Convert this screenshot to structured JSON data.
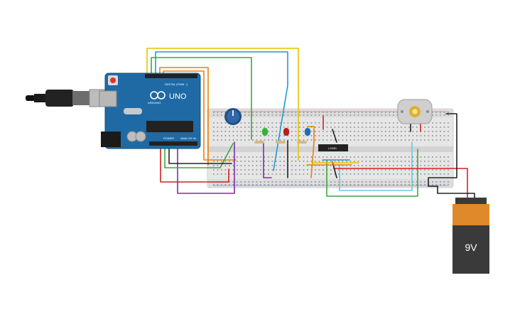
{
  "arduino": {
    "logo_text": "UNO",
    "brand_text": "ARDUINO",
    "digital_label": "DIGITAL (PWM ~)",
    "power_label": "POWER",
    "analog_label": "ANALOG IN"
  },
  "driver_chip": {
    "label": "L293D"
  },
  "battery": {
    "label": "9V"
  },
  "colors": {
    "board_blue": "#1f6aa5",
    "breadboard": "#eaeaea",
    "wire_yellow": "#e8c200",
    "wire_green": "#3ba83b",
    "wire_cyan": "#1f9bd1",
    "wire_orange": "#e8830c",
    "wire_red": "#d42222",
    "wire_purple": "#7b2fa8",
    "wire_black": "#222222",
    "led_green": "#2eb82e",
    "led_red": "#b81d1d",
    "led_blue": "#1e6fb0",
    "battery_orange": "#e0892a",
    "battery_body": "#3a3a3a"
  }
}
